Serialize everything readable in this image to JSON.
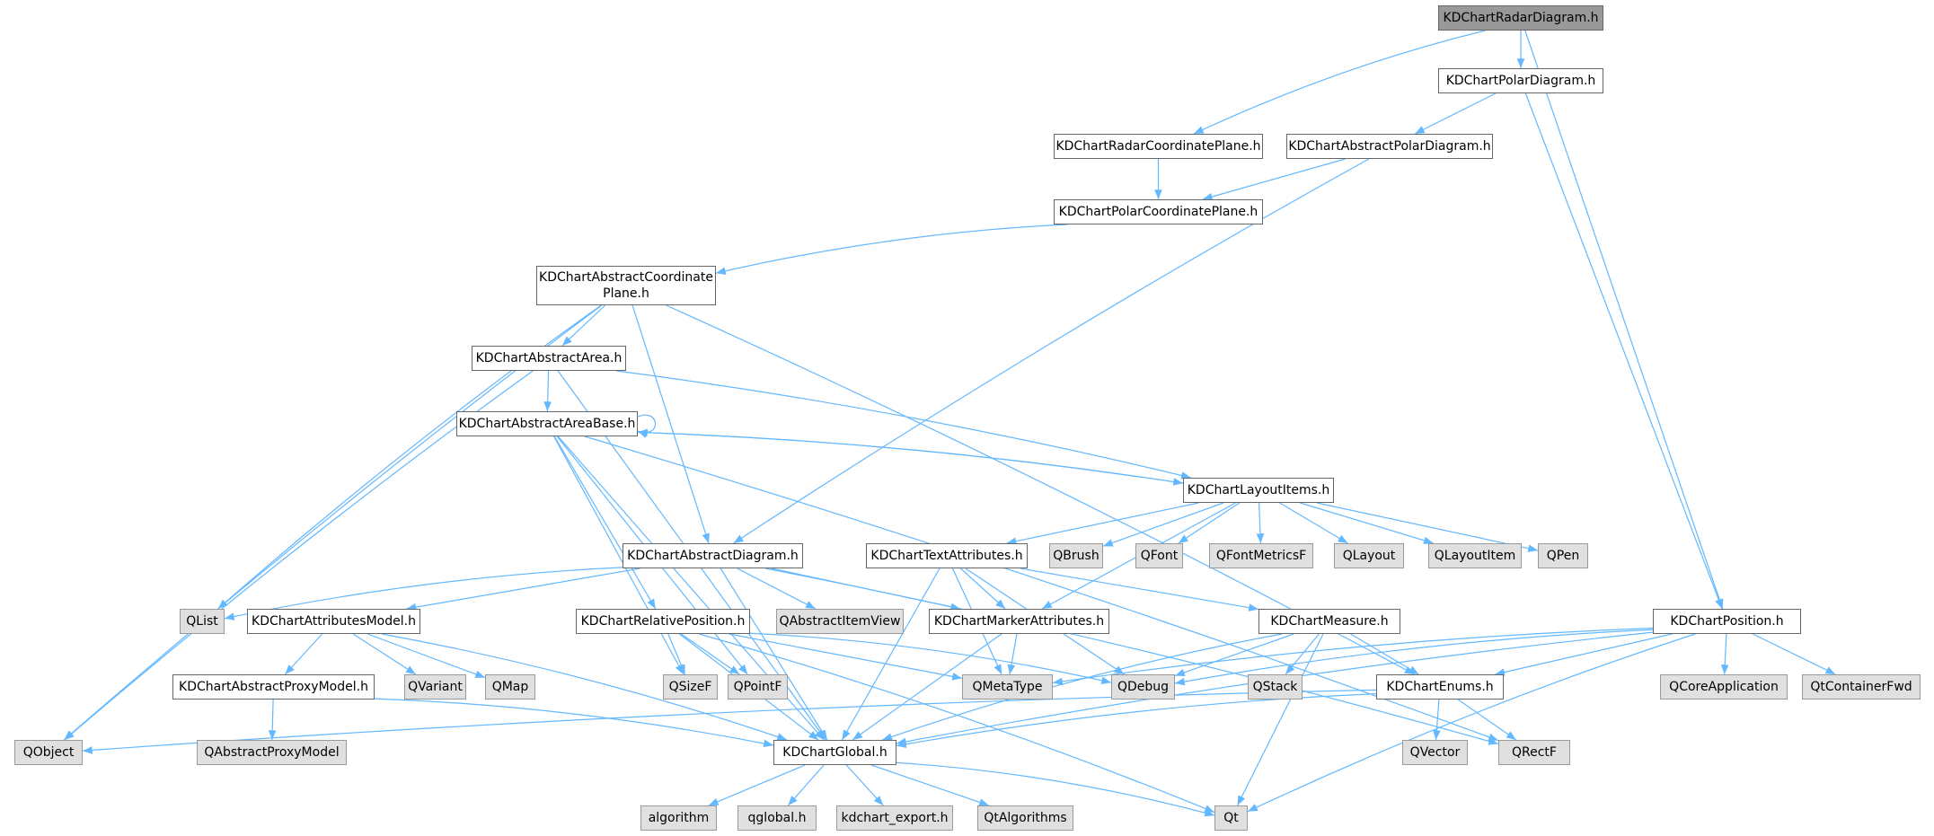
{
  "diagram": {
    "edge_color": "#63b8ff",
    "nodes": [
      {
        "id": "radar",
        "label": "KDChartRadarDiagram.h",
        "kind": "root"
      },
      {
        "id": "polar",
        "label": "KDChartPolarDiagram.h",
        "kind": "doc"
      },
      {
        "id": "radarplane",
        "label": "KDChartRadarCoordinatePlane.h",
        "kind": "doc"
      },
      {
        "id": "abspolar",
        "label": "KDChartAbstractPolarDiagram.h",
        "kind": "doc"
      },
      {
        "id": "polarplane",
        "label": "KDChartPolarCoordinatePlane.h",
        "kind": "doc"
      },
      {
        "id": "abscoord",
        "label": "KDChartAbstractCoordinate",
        "label2": "Plane.h",
        "kind": "doc"
      },
      {
        "id": "absarea",
        "label": "KDChartAbstractArea.h",
        "kind": "doc"
      },
      {
        "id": "absareabase",
        "label": "KDChartAbstractAreaBase.h",
        "kind": "doc"
      },
      {
        "id": "layoutitems",
        "label": "KDChartLayoutItems.h",
        "kind": "doc"
      },
      {
        "id": "absdiagram",
        "label": "KDChartAbstractDiagram.h",
        "kind": "doc"
      },
      {
        "id": "textattrs",
        "label": "KDChartTextAttributes.h",
        "kind": "doc"
      },
      {
        "id": "qbrush",
        "label": "QBrush",
        "kind": "ext"
      },
      {
        "id": "qfont",
        "label": "QFont",
        "kind": "ext"
      },
      {
        "id": "qfontmetricsf",
        "label": "QFontMetricsF",
        "kind": "ext"
      },
      {
        "id": "qlayout",
        "label": "QLayout",
        "kind": "ext"
      },
      {
        "id": "qlayoutitem",
        "label": "QLayoutItem",
        "kind": "ext"
      },
      {
        "id": "qpen",
        "label": "QPen",
        "kind": "ext"
      },
      {
        "id": "qlist",
        "label": "QList",
        "kind": "ext"
      },
      {
        "id": "attrsmodel",
        "label": "KDChartAttributesModel.h",
        "kind": "doc"
      },
      {
        "id": "relpos",
        "label": "KDChartRelativePosition.h",
        "kind": "doc"
      },
      {
        "id": "qabsitemview",
        "label": "QAbstractItemView",
        "kind": "ext"
      },
      {
        "id": "markerattrs",
        "label": "KDChartMarkerAttributes.h",
        "kind": "doc"
      },
      {
        "id": "measure",
        "label": "KDChartMeasure.h",
        "kind": "doc"
      },
      {
        "id": "position",
        "label": "KDChartPosition.h",
        "kind": "doc"
      },
      {
        "id": "absproxy",
        "label": "KDChartAbstractProxyModel.h",
        "kind": "doc"
      },
      {
        "id": "qvariant",
        "label": "QVariant",
        "kind": "ext"
      },
      {
        "id": "qmap",
        "label": "QMap",
        "kind": "ext"
      },
      {
        "id": "qsizef",
        "label": "QSizeF",
        "kind": "ext"
      },
      {
        "id": "qpointf",
        "label": "QPointF",
        "kind": "ext"
      },
      {
        "id": "qmetatype",
        "label": "QMetaType",
        "kind": "ext"
      },
      {
        "id": "qdebug",
        "label": "QDebug",
        "kind": "ext"
      },
      {
        "id": "qstack",
        "label": "QStack",
        "kind": "ext"
      },
      {
        "id": "enums",
        "label": "KDChartEnums.h",
        "kind": "doc"
      },
      {
        "id": "qcoreapp",
        "label": "QCoreApplication",
        "kind": "ext"
      },
      {
        "id": "qtcontainerfwd",
        "label": "QtContainerFwd",
        "kind": "ext"
      },
      {
        "id": "qobject",
        "label": "QObject",
        "kind": "ext"
      },
      {
        "id": "qabsproxymodel",
        "label": "QAbstractProxyModel",
        "kind": "ext"
      },
      {
        "id": "global",
        "label": "KDChartGlobal.h",
        "kind": "doc"
      },
      {
        "id": "qvector",
        "label": "QVector",
        "kind": "ext"
      },
      {
        "id": "qrectf",
        "label": "QRectF",
        "kind": "ext"
      },
      {
        "id": "algorithm",
        "label": "algorithm",
        "kind": "ext"
      },
      {
        "id": "qglobal",
        "label": "qglobal.h",
        "kind": "ext"
      },
      {
        "id": "kdexport",
        "label": "kdchart_export.h",
        "kind": "ext"
      },
      {
        "id": "qtalgorithms",
        "label": "QtAlgorithms",
        "kind": "ext"
      },
      {
        "id": "qt",
        "label": "Qt",
        "kind": "ext"
      }
    ],
    "edges": [
      [
        "radar",
        "radarplane"
      ],
      [
        "radar",
        "polar"
      ],
      [
        "radar",
        "position"
      ],
      [
        "polar",
        "abspolar"
      ],
      [
        "polar",
        "position"
      ],
      [
        "radarplane",
        "polarplane"
      ],
      [
        "abspolar",
        "polarplane"
      ],
      [
        "abspolar",
        "absdiagram"
      ],
      [
        "polarplane",
        "abscoord"
      ],
      [
        "abscoord",
        "absarea"
      ],
      [
        "abscoord",
        "absdiagram"
      ],
      [
        "abscoord",
        "qlist"
      ],
      [
        "abscoord",
        "qobject"
      ],
      [
        "abscoord",
        "enums"
      ],
      [
        "absarea",
        "absareabase"
      ],
      [
        "absarea",
        "layoutitems"
      ],
      [
        "absarea",
        "qobject"
      ],
      [
        "absarea",
        "global"
      ],
      [
        "absareabase",
        "absareabase"
      ],
      [
        "absareabase",
        "layoutitems"
      ],
      [
        "absareabase",
        "relpos"
      ],
      [
        "absareabase",
        "qsizef"
      ],
      [
        "absareabase",
        "qpointf"
      ],
      [
        "absareabase",
        "global"
      ],
      [
        "absareabase",
        "qrectf"
      ],
      [
        "layoutitems",
        "absareabase"
      ],
      [
        "layoutitems",
        "textattrs"
      ],
      [
        "layoutitems",
        "markerattrs"
      ],
      [
        "layoutitems",
        "qbrush"
      ],
      [
        "layoutitems",
        "qfont"
      ],
      [
        "layoutitems",
        "qfontmetricsf"
      ],
      [
        "layoutitems",
        "qlayout"
      ],
      [
        "layoutitems",
        "qlayoutitem"
      ],
      [
        "layoutitems",
        "qpen"
      ],
      [
        "absdiagram",
        "qlist"
      ],
      [
        "absdiagram",
        "attrsmodel"
      ],
      [
        "absdiagram",
        "qabsitemview"
      ],
      [
        "absdiagram",
        "markerattrs"
      ],
      [
        "absdiagram",
        "global"
      ],
      [
        "absdiagram",
        "qrectf"
      ],
      [
        "textattrs",
        "measure"
      ],
      [
        "textattrs",
        "qdebug"
      ],
      [
        "textattrs",
        "qmetatype"
      ],
      [
        "textattrs",
        "global"
      ],
      [
        "textattrs",
        "markerattrs"
      ],
      [
        "attrsmodel",
        "absproxy"
      ],
      [
        "attrsmodel",
        "qvariant"
      ],
      [
        "attrsmodel",
        "qmap"
      ],
      [
        "attrsmodel",
        "global"
      ],
      [
        "relpos",
        "qsizef"
      ],
      [
        "relpos",
        "qpointf"
      ],
      [
        "relpos",
        "qmetatype"
      ],
      [
        "relpos",
        "qdebug"
      ],
      [
        "relpos",
        "global"
      ],
      [
        "relpos",
        "qt"
      ],
      [
        "markerattrs",
        "qmetatype"
      ],
      [
        "markerattrs",
        "global"
      ],
      [
        "measure",
        "qdebug"
      ],
      [
        "measure",
        "qstack"
      ],
      [
        "measure",
        "enums"
      ],
      [
        "measure",
        "global"
      ],
      [
        "measure",
        "qt"
      ],
      [
        "position",
        "qmetatype"
      ],
      [
        "position",
        "qdebug"
      ],
      [
        "position",
        "enums"
      ],
      [
        "position",
        "qcoreapp"
      ],
      [
        "position",
        "qtcontainerfwd"
      ],
      [
        "position",
        "global"
      ],
      [
        "position",
        "qt"
      ],
      [
        "absproxy",
        "qabsproxymodel"
      ],
      [
        "absproxy",
        "global"
      ],
      [
        "enums",
        "qobject"
      ],
      [
        "enums",
        "global"
      ],
      [
        "enums",
        "qvector"
      ],
      [
        "enums",
        "qrectf"
      ],
      [
        "global",
        "algorithm"
      ],
      [
        "global",
        "qglobal"
      ],
      [
        "global",
        "kdexport"
      ],
      [
        "global",
        "qtalgorithms"
      ],
      [
        "global",
        "qt"
      ]
    ]
  }
}
